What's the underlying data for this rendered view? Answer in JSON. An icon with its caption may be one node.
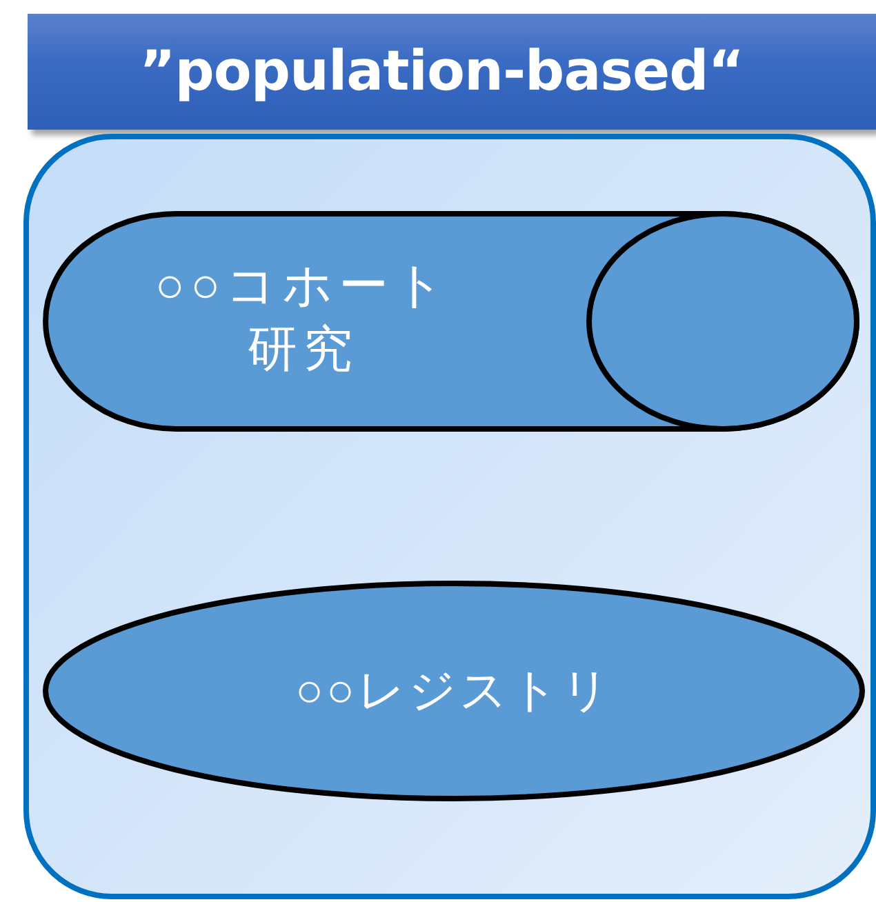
{
  "diagram": {
    "nodes": [
      {
        "text": [
          "”population-based“"
        ]
      },
      {
        "text": [],
        "shape": "box"
      },
      {
        "text": [
          "○○コホート研究"
        ],
        "in": 1
      },
      {
        "text": [
          "○○レジストリ"
        ],
        "in": 1
      }
    ]
  }
}
